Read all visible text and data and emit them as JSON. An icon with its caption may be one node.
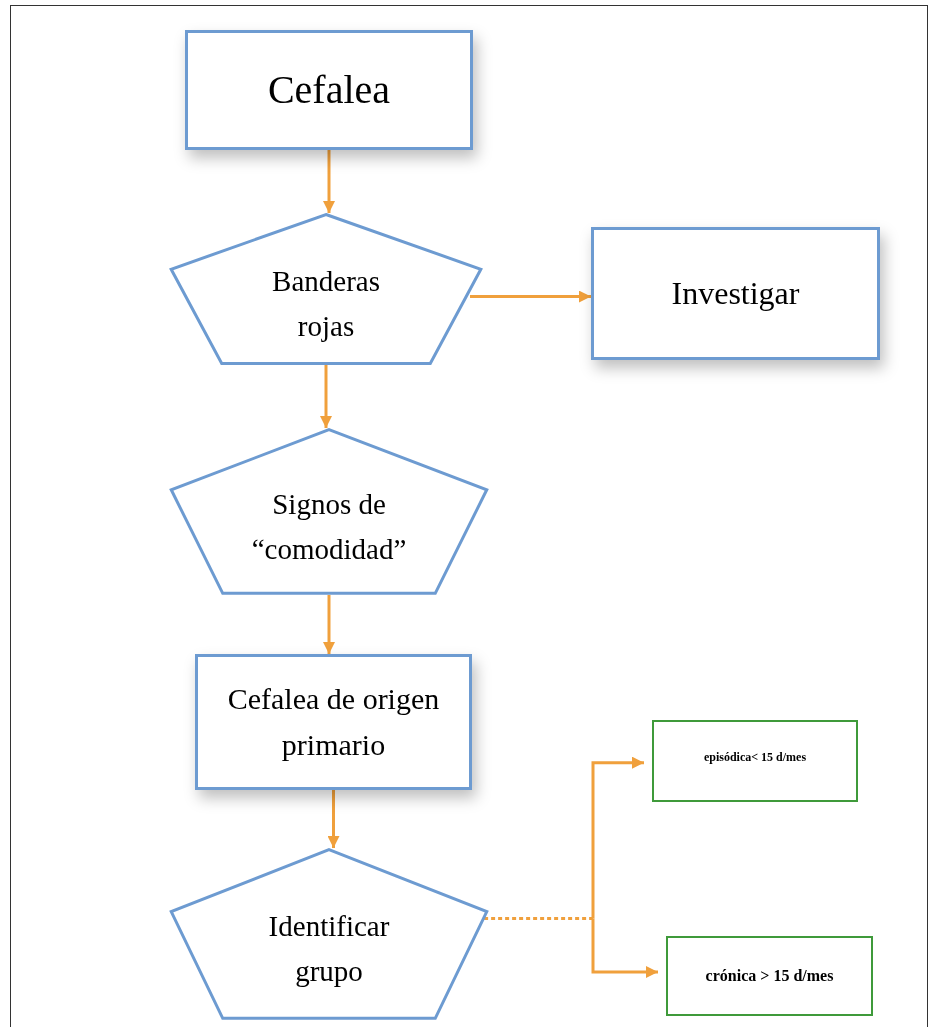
{
  "diagram": {
    "nodes": [
      {
        "text": [
          "Cefalea"
        ]
      },
      {
        "text": [
          "Banderas rojas"
        ]
      },
      {
        "text": [
          "Investigar"
        ]
      },
      {
        "text": [
          "Signos de “comodidad”"
        ]
      },
      {
        "text": [
          "Cefalea de origen primario"
        ]
      },
      {
        "text": [
          "Identificar grupo"
        ]
      },
      {
        "text": [
          "episódica< 15 d/mes"
        ]
      },
      {
        "text": [
          "crónica > 15 d/mes"
        ]
      }
    ],
    "edges": [
      {
        "from": 0,
        "to": 1,
        "arrow": "to"
      },
      {
        "from": 1,
        "to": 2,
        "arrow": "to"
      },
      {
        "from": 1,
        "to": 3,
        "arrow": "to"
      },
      {
        "from": 3,
        "to": 4,
        "arrow": "to"
      },
      {
        "from": 4,
        "to": 5,
        "arrow": "to"
      },
      {
        "from": 5,
        "to": 6,
        "arrow": "to"
      },
      {
        "from": 5,
        "to": 7,
        "arrow": "to"
      }
    ]
  }
}
